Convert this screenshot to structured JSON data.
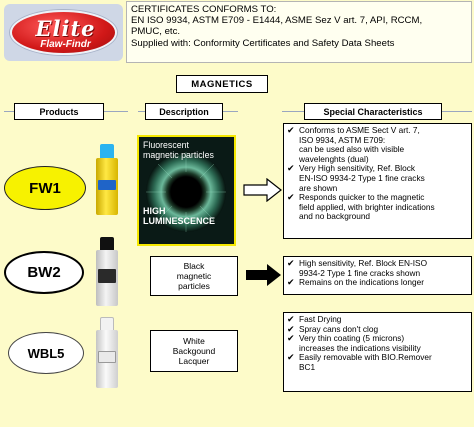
{
  "logo": {
    "brand": "Elite",
    "sub": "Flaw-Findr"
  },
  "certificates": {
    "lines": [
      "CERTIFICATES CONFORMS TO:",
      "EN ISO 9934, ASTM E709 - E1444, ASME Sez V art. 7, API, RCCM,",
      "PMUC, etc.",
      "Supplied with: Conformity Certificates and Safety Data Sheets"
    ]
  },
  "banner": "MAGNETICS",
  "columns": {
    "products": "Products",
    "description": "Description",
    "special": "Special Characteristics"
  },
  "colors": {
    "background": "#fdfbc9",
    "fw1_oval": "#f7f200",
    "image_border": "#f5e800"
  },
  "products": [
    {
      "code": "FW1",
      "image_text_top": [
        "Fluorescent",
        "magnetic particles"
      ],
      "image_text_bottom": [
        "HIGH",
        "LUMINESCENCE"
      ],
      "features": [
        [
          "Conforms to ASME Sect V art. 7,",
          "ISO 9934, ASTM E709:",
          "can be used also with visible",
          "wavelenghts (dual)"
        ],
        [
          "Very High sensitivity, Ref. Block",
          "EN-ISO 9934-2 Type 1 fine cracks",
          "are shown"
        ],
        [
          "Responds quicker to the magnetic",
          "field applied, with brighter indications",
          "and no background"
        ]
      ]
    },
    {
      "code": "BW2",
      "description": [
        "Black",
        "magnetic",
        "particles"
      ],
      "features": [
        [
          "High sensitivity, Ref. Block EN-ISO",
          "9934-2 Type 1 fine cracks shown"
        ],
        [
          "Remains on the indications longer"
        ]
      ]
    },
    {
      "code": "WBL5",
      "description": [
        "White",
        "Backgound",
        "Lacquer"
      ],
      "features": [
        [
          "Fast Drying"
        ],
        [
          "Spray cans don't clog"
        ],
        [
          "Very thin coating (5 microns)",
          "increases the indications  visibility"
        ],
        [
          "Easily removable with BIO.Remover",
          "BC1"
        ]
      ]
    }
  ],
  "icons": {
    "check": "check-icon",
    "arrow": "arrow-right-icon"
  }
}
